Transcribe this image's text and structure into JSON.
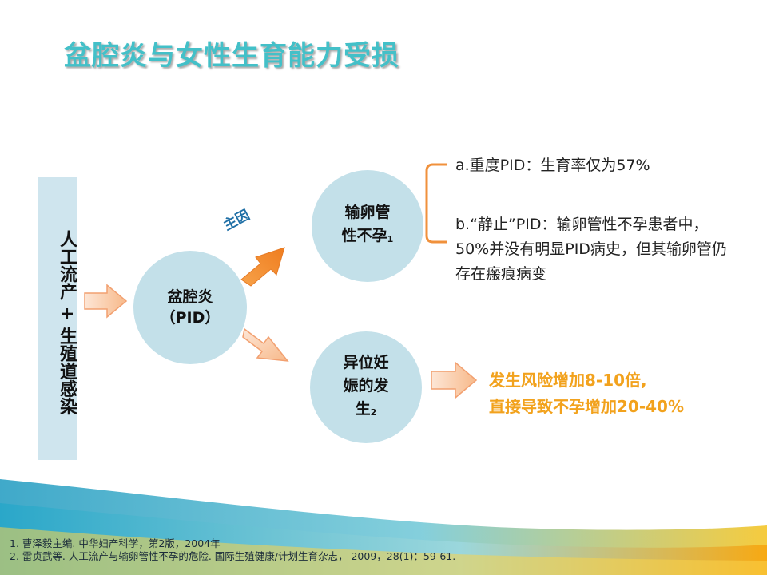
{
  "title": "盆腔炎与女性生育能力受损",
  "left_box": {
    "text": "人工流产 + 生殖道感染"
  },
  "center": {
    "line1": "盆腔炎",
    "line2": "（PID）"
  },
  "label_main_cause": "主因",
  "infertility": {
    "line1": "输卵管",
    "line2": "性不孕",
    "ref": "1"
  },
  "ectopic": {
    "line1": "异位妊",
    "line2": "娠的发",
    "line3": "生",
    "ref": "2"
  },
  "details": {
    "a": "a.重度PID：生育率仅为57%",
    "b": "b.“静止”PID：输卵管性不孕患者中，50%并没有明显PID病史，但其输卵管仍存在瘢痕病变"
  },
  "risk": {
    "line1": "发生风险增加8-10倍,",
    "line2": "直接导致不孕增加20-40%"
  },
  "references": [
    "1. 曹泽毅主编. 中华妇产科学，第2版，2004年",
    "2. 雷贞武等. 人工流产与输卵管性不孕的危险. 国际生殖健康/计划生育杂志， 2009，28(1)：59-61."
  ],
  "colors": {
    "title": "#43c0c8",
    "circle": "#c3e0e9",
    "left_box": "#cfe5ee",
    "orange": "#f2a21d",
    "label_blue": "#1f6fa6"
  }
}
